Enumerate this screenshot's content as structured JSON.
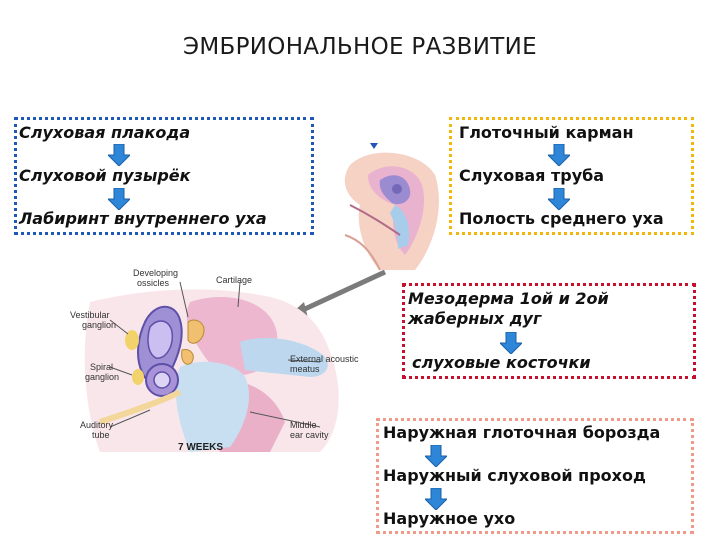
{
  "title": "ЭМБРИОНАЛЬНОЕ РАЗВИТИЕ",
  "inner_ear": [
    "Слуховая плакода",
    "Слуховой пузырёк",
    "Лабиринт внутреннего уха"
  ],
  "middle_ear": [
    "Глоточный карман",
    "Слуховая труба",
    "Полость среднего уха"
  ],
  "ossicles": [
    "Мезодерма 1ой и 2ой",
    "жаберных дуг",
    "слуховые косточки"
  ],
  "outer_ear": [
    "Наружная глоточная борозда",
    "Наружный слуховой проход",
    "Наружное ухо"
  ],
  "figure_labels": {
    "developing_ossicles_1": "Developing",
    "developing_ossicles_2": "ossicles",
    "cartilage": "Cartilage",
    "vestibular_1": "Vestibular",
    "vestibular_2": "ganglion",
    "spiral_1": "Spiral",
    "spiral_2": "ganglion",
    "ext_meatus_1": "External acoustic",
    "ext_meatus_2": "meatus",
    "auditory_1": "Auditory",
    "auditory_2": "tube",
    "middle_ear_1": "Middle",
    "middle_ear_2": "ear cavity",
    "weeks": "7 WEEKS"
  },
  "colors": {
    "arrow": "#2e86d8",
    "blue_border": "#1f57b8",
    "yellow_border": "#f2b70d",
    "red_border": "#c8102e",
    "salmon_border": "#f09a8a"
  }
}
